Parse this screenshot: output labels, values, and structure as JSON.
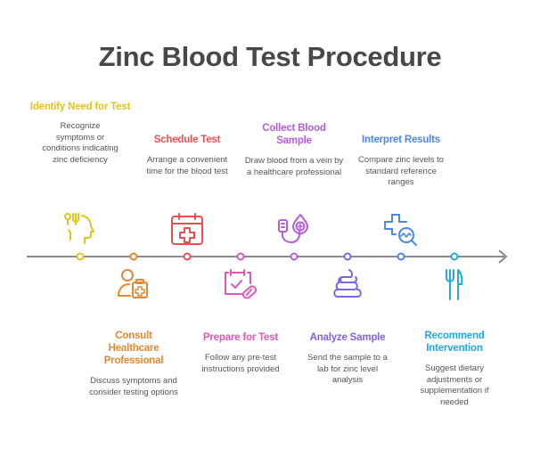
{
  "title": "Zinc Blood Test Procedure",
  "colors": {
    "timeline": "#8a8a8a",
    "title": "#484848",
    "desc": "#555555"
  },
  "steps": [
    {
      "title": "Identify Need for Test",
      "desc": "Recognize symptoms or conditions indicating zinc deficiency",
      "color": "#e0c519",
      "icon": "food-head-icon",
      "position": "top"
    },
    {
      "title": "Consult Healthcare Professional",
      "desc": "Discuss symptoms and consider testing options",
      "color": "#e08833",
      "icon": "doctor-clipboard-icon",
      "position": "bottom"
    },
    {
      "title": "Schedule Test",
      "desc": "Arrange a convenient time for the blood test",
      "color": "#e8504f",
      "icon": "calendar-medical-icon",
      "position": "top"
    },
    {
      "title": "Prepare for Test",
      "desc": "Follow any pre-test instructions provided",
      "color": "#e055b8",
      "icon": "calendar-check-pill-icon",
      "position": "bottom"
    },
    {
      "title": "Collect Blood Sample",
      "desc": "Draw blood from a vein by a healthcare professional",
      "color": "#b45ce0",
      "icon": "blood-bag-icon",
      "position": "top"
    },
    {
      "title": "Analyze Sample",
      "desc": "Send the sample to a lab for zinc level analysis",
      "color": "#7f63e6",
      "icon": "sample-swirl-icon",
      "position": "bottom"
    },
    {
      "title": "Interpret Results",
      "desc": "Compare zinc levels to standard reference ranges",
      "color": "#4a86e8",
      "icon": "medical-search-icon",
      "position": "top"
    },
    {
      "title": "Recommend Intervention",
      "desc": "Suggest dietary adjustments or supplementation if needed",
      "color": "#22a9dd",
      "icon": "fork-knife-icon",
      "position": "bottom"
    }
  ]
}
